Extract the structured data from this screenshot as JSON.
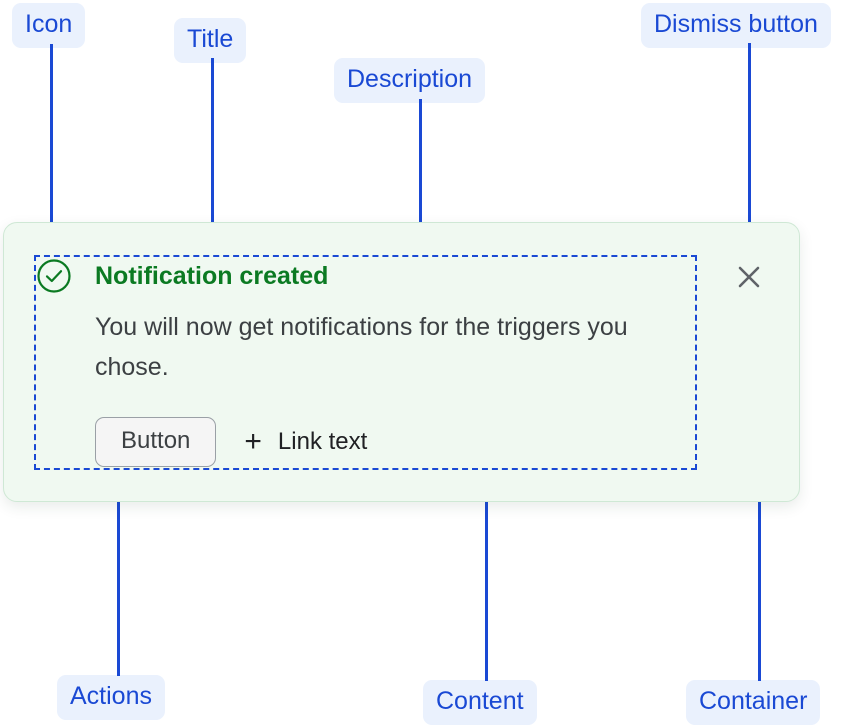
{
  "annotations": [
    {
      "id": "icon",
      "label": "Icon"
    },
    {
      "id": "title",
      "label": "Title"
    },
    {
      "id": "desc",
      "label": "Description"
    },
    {
      "id": "dismiss",
      "label": "Dismiss button"
    },
    {
      "id": "actions",
      "label": "Actions"
    },
    {
      "id": "content",
      "label": "Content"
    },
    {
      "id": "container",
      "label": "Container"
    }
  ],
  "notification": {
    "status_icon": "check-circle-icon",
    "title": "Notification created",
    "description": "You will now get notifications for the triggers you chose.",
    "actions": {
      "button_label": "Button",
      "link_plus_icon": "+",
      "link_label": "Link text"
    },
    "dismiss_icon": "close-icon"
  },
  "colors": {
    "annotation_blue": "#1a49d4",
    "annotation_chip_bg": "#eaf1fd",
    "card_bg": "#f0f9f1",
    "card_border": "#cfe8d5",
    "success_green": "#0b7a22",
    "body_text": "#3c4043"
  }
}
